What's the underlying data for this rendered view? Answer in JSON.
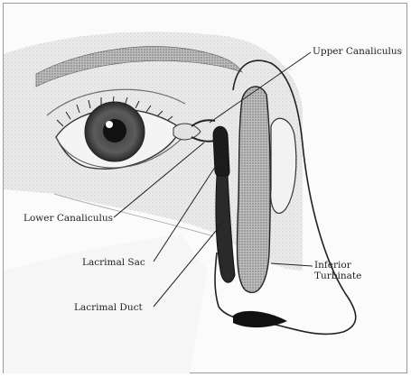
{
  "labels": {
    "upper_canaliculus": "Upper Canaliculus",
    "lower_canaliculus": "Lower Canaliculus",
    "lacrimal_sac": "Lacrimal Sac",
    "lacrimal_duct": "Lacrimal Duct",
    "inferior_turbinate_line1": "Inferior",
    "inferior_turbinate_line2": "Turbinate"
  },
  "colors": {
    "ink": "#222222",
    "skin_shade": "#dcdcdc",
    "skin_dark": "#8e8e8e",
    "iris": "#555555",
    "pupil": "#111111",
    "frame": "#9a9a9a"
  }
}
